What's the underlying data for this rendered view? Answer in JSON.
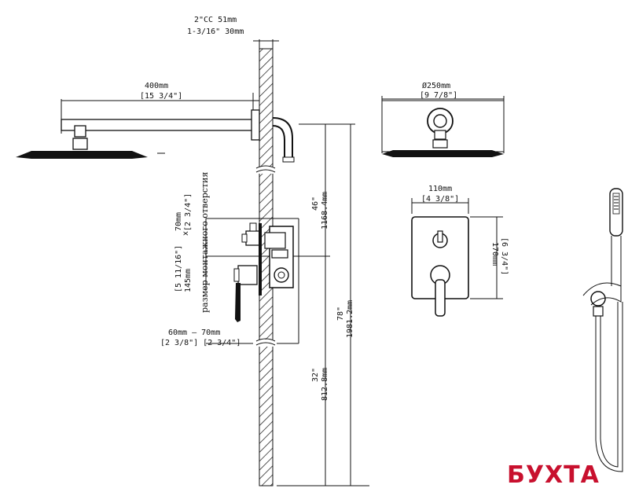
{
  "labels": {
    "cc_line1": "2\"CC 51mm",
    "cc_line2": "1-3/16\" 30mm",
    "arm_mm": "400mm",
    "arm_in": "[15 3/4\"]",
    "head_dia_mm": "Ø250mm",
    "head_dia_in": "[9 7/8\"]",
    "plate_w_mm": "110mm",
    "plate_w_in": "[4 3/8\"]",
    "plate_h_mm": "170mm",
    "plate_h_in": "[6 3/4\"]",
    "arm_height_in": "46\"",
    "arm_height_mm": "1168.4mm",
    "total_height_in": "78\"",
    "total_height_mm": "1981.2mm",
    "valve_height_in": "32\"",
    "valve_height_mm": "812.8mm",
    "cutout_h_in": "[5 11/16\"]",
    "cutout_h_mm": "145mm",
    "cutout_w_mm": "70mm",
    "cutout_w_in": "[2 3/4\"]",
    "cutout_x": "x",
    "cutout_caption": "размер монтажного отверстия",
    "depth_mm": "60mm  —  70mm",
    "depth_in": "[2 3/8\"]  [2 3/4\"]"
  },
  "logo": {
    "text": "БУХТА",
    "color": "#c8102e"
  },
  "icons": [
    "shower-head-icon",
    "hand-shower-icon",
    "valve-body-icon",
    "mixer-handle-icon"
  ]
}
